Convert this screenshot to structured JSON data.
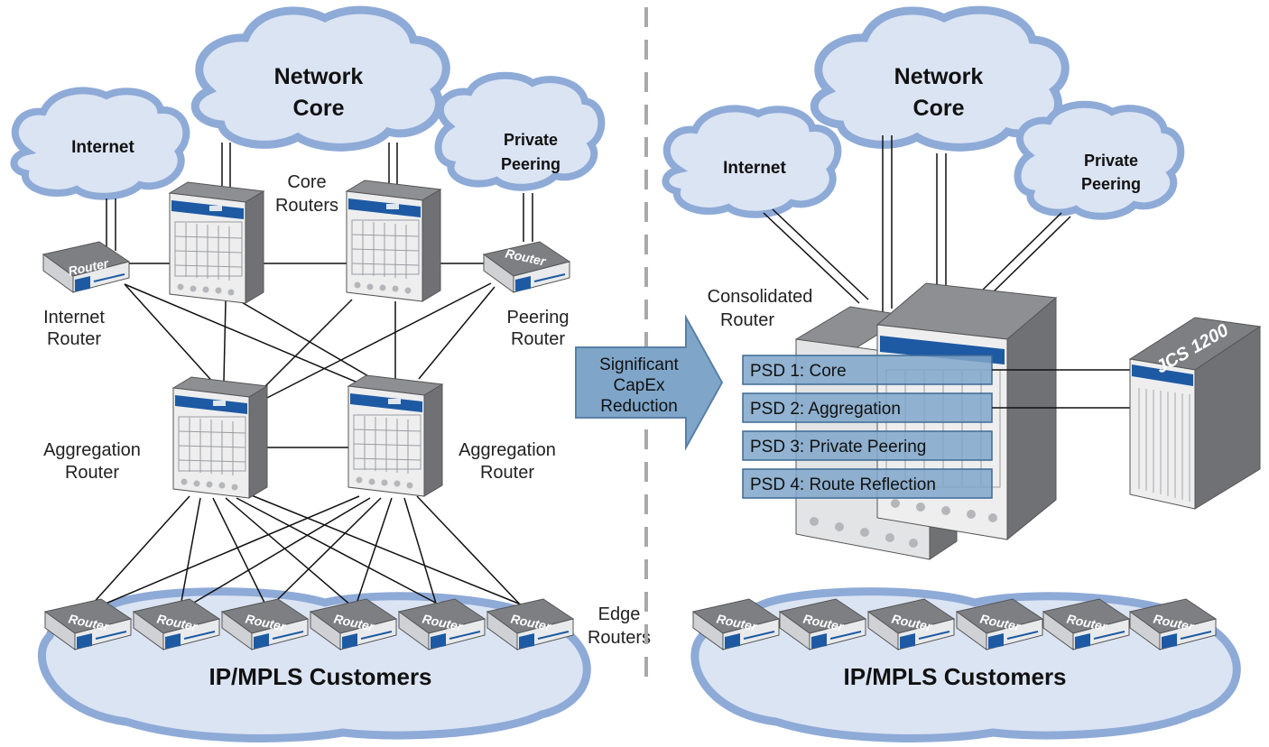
{
  "left_panel": {
    "clouds": {
      "network_core": [
        "Network",
        "Core"
      ],
      "internet": "Internet",
      "private_peering": [
        "Private",
        "Peering"
      ],
      "customers": "IP/MPLS Customers"
    },
    "labels": {
      "core_routers": [
        "Core",
        "Routers"
      ],
      "internet_router": [
        "Internet",
        "Router"
      ],
      "peering_router": [
        "Peering",
        "Router"
      ],
      "aggregation_router_left": [
        "Aggregation",
        "Router"
      ],
      "aggregation_router_right": [
        "Aggregation",
        "Router"
      ],
      "edge_routers": [
        "Edge",
        "Routers"
      ]
    },
    "router_badge": "Router"
  },
  "arrow": {
    "lines": [
      "Significant",
      "CapEx",
      "Reduction"
    ]
  },
  "right_panel": {
    "clouds": {
      "network_core": [
        "Network",
        "Core"
      ],
      "internet": "Internet",
      "private_peering": [
        "Private",
        "Peering"
      ],
      "customers": "IP/MPLS Customers"
    },
    "consolidated_router_label": [
      "Consolidated",
      "Router"
    ],
    "psds": [
      "PSD 1: Core",
      "PSD 2: Aggregation",
      "PSD 3: Private Peering",
      "PSD 4: Route Reflection"
    ],
    "jcs_label": "JCS 1200",
    "router_badge": "Router"
  },
  "colors": {
    "cloud_fill": "#dbe4f3",
    "cloud_edge": "#8eaad7",
    "router_top": "#7d7f83",
    "router_front": "#e9eaec",
    "router_accent": "#1d5aa3",
    "psd_fill": "#7fa6c9",
    "arrow_fill": "#7fa6c9",
    "divider": "#a9a9a9"
  }
}
